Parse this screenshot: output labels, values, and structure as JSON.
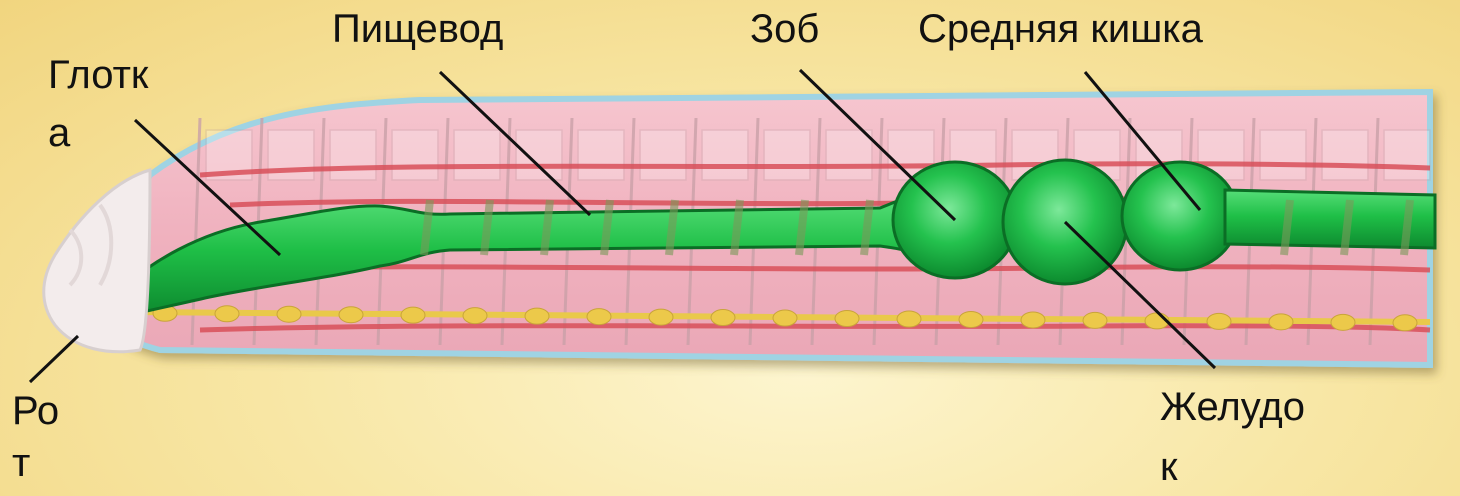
{
  "diagram": {
    "labels": {
      "mouth_line1": "Ро",
      "mouth_line2": "т",
      "pharynx_line1": "Глотк",
      "pharynx_line2": "а",
      "esophagus": "Пищевод",
      "crop": "Зоб",
      "midgut": "Средняя кишка",
      "gizzard_line1": "Желудо",
      "gizzard_line2": "к"
    },
    "colors": {
      "background": "#f8e7a6",
      "body_wall": "#f2b9c4",
      "skin_outline": "#9fd3e3",
      "gut": "#1ec24a",
      "gut_dark": "#0e8a2f",
      "blood_vessel": "#d9505a",
      "nerve_cord": "#e9c94a",
      "head": "#f3ecec",
      "leader_line": "#111111"
    }
  }
}
